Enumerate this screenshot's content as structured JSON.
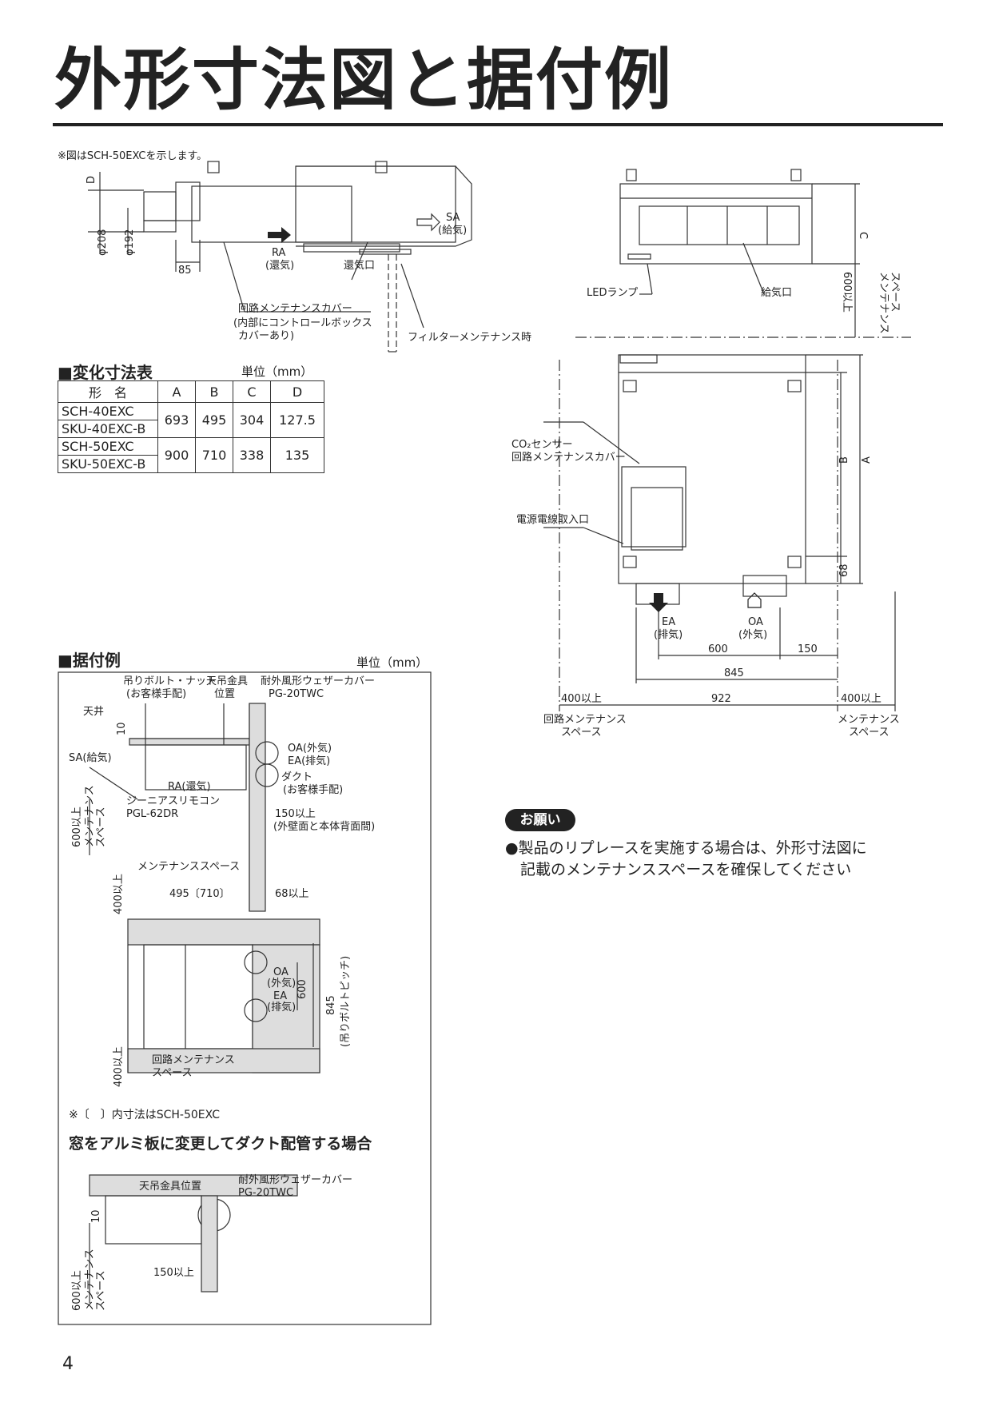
{
  "title": "外形寸法図と据付例",
  "note_top": "※図はSCH-50EXCを示します。",
  "side_view": {
    "dim_D": "D",
    "dim_208": "φ208",
    "dim_192": "φ192",
    "dim_85": "85",
    "sa": "SA",
    "sa_sub": "(給気)",
    "ra": "RA",
    "ra_sub": "(還気)",
    "ra_port": "還気口",
    "circuit_cover": "回路メンテナンスカバー",
    "circuit_cover_sub1": "(内部にコントロールボックス",
    "circuit_cover_sub2": "カバーあり)",
    "filter_maint": "フィルターメンテナンス時"
  },
  "front_view": {
    "dim_C": "C",
    "led_lamp": "LEDランプ",
    "supply_port": "給気口",
    "space_600": "600以上",
    "space_label1": "メンテナンス",
    "space_label2": "スペース"
  },
  "table": {
    "heading": "■変化寸法表",
    "unit": "単位（mm）",
    "headers": [
      "形　名",
      "A",
      "B",
      "C",
      "D"
    ],
    "rows": [
      {
        "names": [
          "SCH-40EXC",
          "SKU-40EXC-B"
        ],
        "A": "693",
        "B": "495",
        "C": "304",
        "D": "127.5"
      },
      {
        "names": [
          "SCH-50EXC",
          "SKU-50EXC-B"
        ],
        "A": "900",
        "B": "710",
        "C": "338",
        "D": "135"
      }
    ]
  },
  "plan_view": {
    "co2_sensor": "CO₂センサー",
    "circuit_cover": "回路メンテナンスカバー",
    "power_inlet": "電源電線取入口",
    "dim_A": "A",
    "dim_B": "B",
    "dim_68": "68",
    "ea": "EA",
    "ea_sub": "(排気)",
    "oa": "OA",
    "oa_sub": "(外気)",
    "dim_600": "600",
    "dim_150": "150",
    "dim_845": "845",
    "dim_922": "922",
    "dim_400_left": "400以上",
    "dim_400_right": "400以上",
    "circuit_space1": "回路メンテナンス",
    "circuit_space2": "スペース",
    "maint_space1": "メンテナンス",
    "maint_space2": "スペース"
  },
  "install": {
    "heading": "■据付例",
    "unit": "単位（mm）",
    "hanging_bolt": "吊りボルト・ナット",
    "hanging_bolt_sub": "(お客様手配)",
    "ceiling_fitting": "天吊金具",
    "ceiling_fitting_sub": "位置",
    "weather_cover": "耐外風形ウェザーカバー",
    "weather_cover_model": "PG-20TWC",
    "ceiling": "天井",
    "dim_10": "10",
    "sa_label": "SA(給気)",
    "oa_label": "OA(外気)",
    "ea_label": "EA(排気)",
    "duct": "ダクト",
    "duct_sub": "(お客様手配)",
    "ra_label": "RA(還気)",
    "remote": "ジーニアスリモコン",
    "remote_model": "PGL-62DR",
    "dim_150": "150以上",
    "dim_150_note": "(外壁面と本体背面間)",
    "space_600": "600以上",
    "space_label1": "メンテナンス",
    "space_label2": "スペース",
    "plan_maint_space": "メンテナンススペース",
    "plan_400_top": "400以上",
    "plan_495": "495〔710〕",
    "plan_68": "68以上",
    "plan_oa": "OA",
    "plan_oa_sub": "(外気)",
    "plan_ea": "EA",
    "plan_ea_sub": "(排気)",
    "plan_600": "600",
    "plan_845": "845",
    "plan_845_sub": "(吊りボルトピッチ)",
    "plan_400_bottom": "400以上",
    "plan_circuit_space1": "回路メンテナンス",
    "plan_circuit_space2": "スペース",
    "bracket_note": "※〔　〕内寸法はSCH-50EXC",
    "duct_heading": "窓をアルミ板に変更してダクト配管する場合",
    "duct_fitting": "天吊金具位置",
    "duct_cover": "耐外風形ウェザーカバー",
    "duct_cover_model": "PG-20TWC",
    "duct_10": "10",
    "duct_150": "150以上",
    "duct_space_600": "600以上",
    "duct_space1": "メンテナンス",
    "duct_space2": "スペース"
  },
  "request": {
    "badge": "お願い",
    "line1": "●製品のリプレースを実施する場合は、外形寸法図に",
    "line2": "　記載のメンテナンススペースを確保してください"
  },
  "page_number": "4"
}
